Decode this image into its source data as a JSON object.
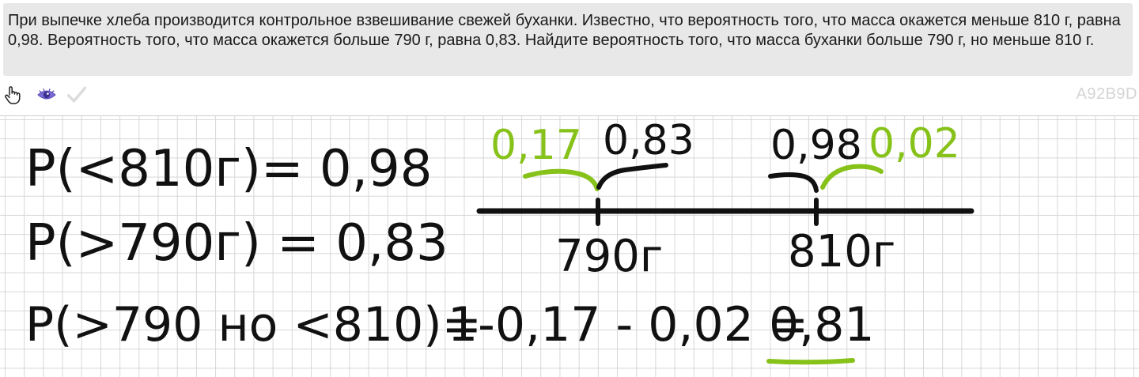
{
  "task": {
    "text": "При выпечке хлеба производится контрольное взвешивание свежей буханки. Известно, что вероятность того, что масса окажется меньше 810 г, равна 0,98. Вероятность того, что масса окажется больше 790 г, равна 0,83. Найдите вероятность того, что масса буханки больше 790 г, но меньше 810 г."
  },
  "toolbar": {
    "icons": [
      "hand-pointer-icon",
      "eye-icon",
      "checkmark-icon"
    ],
    "task_id": "A92B9D"
  },
  "solution": {
    "line1": "P(<810г)= 0,98",
    "line2": "P(>790г) = 0,83",
    "line3_left": "P(>790 но <810)=",
    "line3_right": "1-0,17 - 0,02 =",
    "answer": "0,81"
  },
  "number_line": {
    "tick_left_label": "790г",
    "tick_right_label": "810г",
    "left_green_value": "0,17",
    "left_black_value": "0,83",
    "right_black_value": "0,98",
    "right_green_value": "0,02"
  },
  "colors": {
    "ink": "#111111",
    "highlight": "#86c219",
    "task_bg": "#e8e8e8",
    "grid": "#d7d7d7"
  }
}
